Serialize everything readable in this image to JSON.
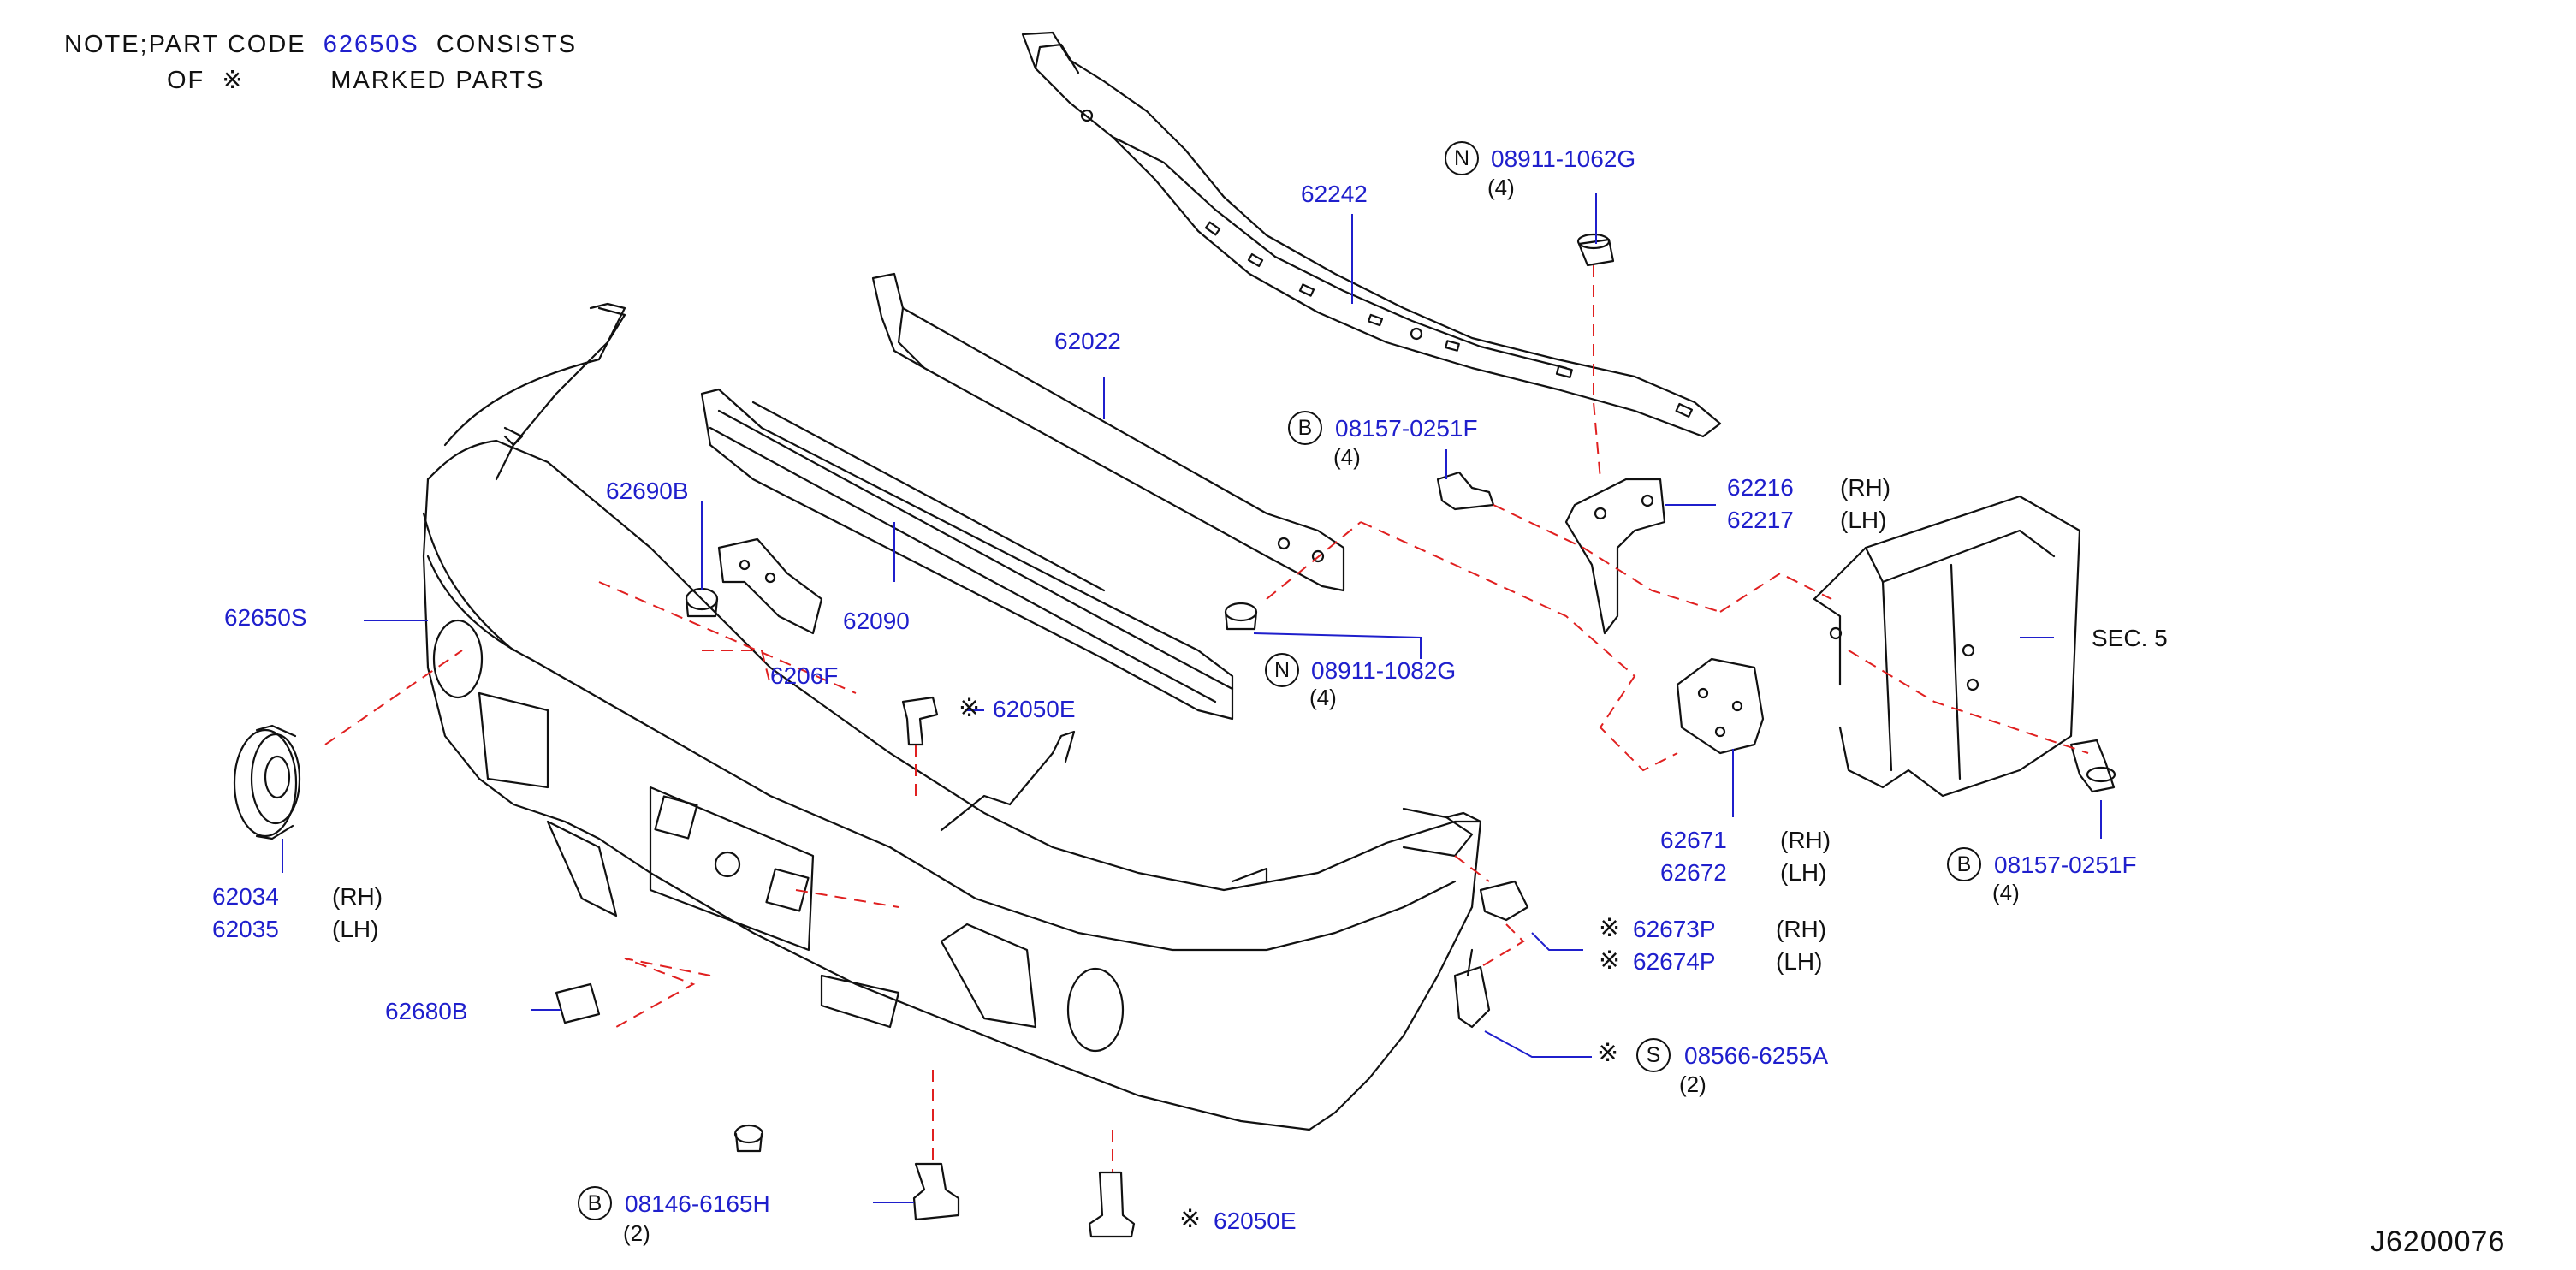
{
  "note": {
    "line1_prefix": "NOTE;PART  CODE",
    "line1_code": "62650S",
    "line1_suffix": "CONSISTS",
    "line2_prefix": "OF",
    "line2_mark": "※",
    "line2_suffix": "MARKED  PARTS"
  },
  "diagram_id": "J6200076",
  "marks": {
    "star": "※"
  },
  "callouts": {
    "c62242": "62242",
    "c62022": "62022",
    "c62090": "62090",
    "c62690b": "62690B",
    "c62650s": "62650S",
    "c6206x": "6206F",
    "c62050e_top": "62050E",
    "c62050e_bottom": "62050E",
    "c62034": "62034",
    "c62035": "62035",
    "c62680b": "62680B",
    "c62216": "62216",
    "c62217": "62217",
    "c62671": "62671",
    "c62672": "62672",
    "c62673p": "62673P",
    "c62674p": "62674P",
    "rh": "(RH)",
    "lh": "(LH)",
    "sec": "SEC. 5",
    "n_top": {
      "prefix": "N",
      "code": "08911-1062G",
      "qty": "(4)"
    },
    "n_mid": {
      "prefix": "N",
      "code": "08911-1082G",
      "qty": "(4)"
    },
    "b_top": {
      "prefix": "B",
      "code": "08157-0251F",
      "qty": "(4)"
    },
    "b_right": {
      "prefix": "B",
      "code": "08157-0251F",
      "qty": "(4)"
    },
    "b_bottom": {
      "prefix": "B",
      "code": "08146-6165H",
      "qty": "(2)"
    },
    "s_screw": {
      "prefix": "S",
      "code": "08566-6255A",
      "qty": "(2)"
    }
  }
}
